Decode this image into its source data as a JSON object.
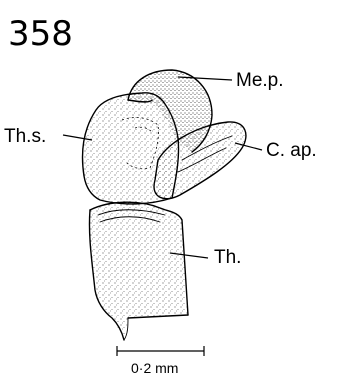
{
  "figure": {
    "number": "358",
    "labels": {
      "mep": "Me.p.",
      "ths": "Th.s.",
      "cap": "C. ap.",
      "th": "Th."
    },
    "scale_bar": "0·2 mm"
  }
}
